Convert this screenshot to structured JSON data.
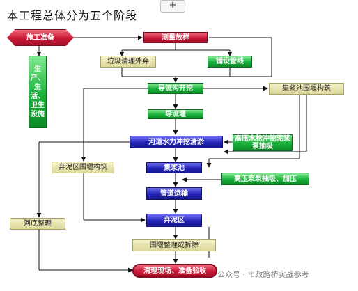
{
  "header": {
    "title": "本工程总体分为五个阶段",
    "add_button": "+"
  },
  "nodes": {
    "start": "施工准备",
    "survey": "测量放样",
    "trash": "垃圾清理外弃",
    "pipeline": "铺设管线",
    "trench": "导流沟开挖",
    "living": "生产、生活、卫生设施",
    "dam_build": "集浆池围堰构筑",
    "diversion_dam": "导流堰",
    "flush": "河道水力冲挖清淤",
    "high_water": "高压水枪冲挖泥浆泵抽吸",
    "disposal_dam": "弃泥区围堰构筑",
    "sump": "集浆池",
    "high_pump": "高压浆泵抽吸、加压",
    "transport": "管道运输",
    "bed_seal": "河底整理",
    "disposal": "弃泥区",
    "dam_remove": "围堰整理或拆除",
    "finish": "清理现场、准备验收"
  },
  "watermark": "公众号 · 市政路桥实战参考"
}
